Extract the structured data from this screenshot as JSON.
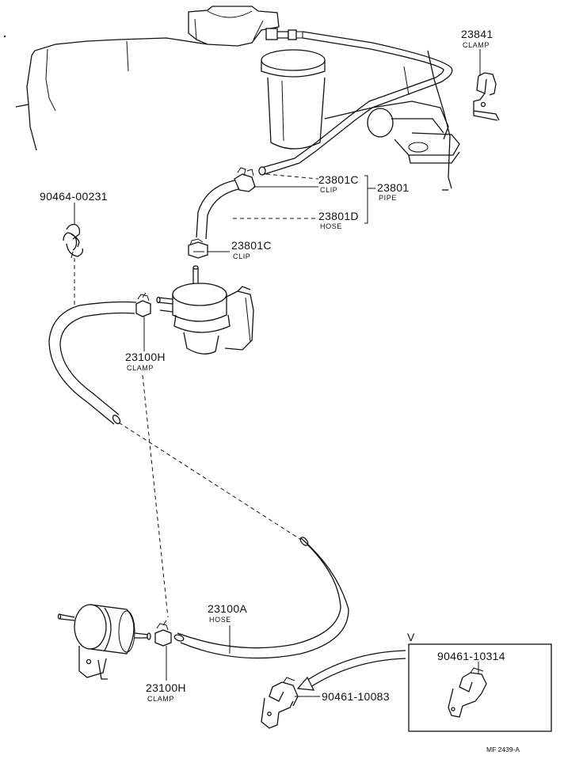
{
  "parts": {
    "clamp_23841": {
      "number": "23841",
      "name": "CLAMP"
    },
    "clip_23801c_upper": {
      "number": "23801C",
      "name": "CLIP"
    },
    "pipe_23801": {
      "number": "23801",
      "name": "PIPE"
    },
    "hose_23801d": {
      "number": "23801D",
      "name": "HOSE"
    },
    "clip_23801c_lower": {
      "number": "23801C",
      "name": "CLIP"
    },
    "part_90464": {
      "number": "90464-00231"
    },
    "clamp_23100h_upper": {
      "number": "23100H",
      "name": "CLAMP"
    },
    "hose_23100a": {
      "number": "23100A",
      "name": "HOSE"
    },
    "clamp_23100h_lower": {
      "number": "23100H",
      "name": "CLAMP"
    },
    "part_90461_10083": {
      "number": "90461-10083"
    },
    "part_90461_10314": {
      "number": "90461-10314"
    }
  },
  "detail_view": {
    "letter": "V"
  },
  "footer": {
    "code": "MF  2439-A"
  }
}
